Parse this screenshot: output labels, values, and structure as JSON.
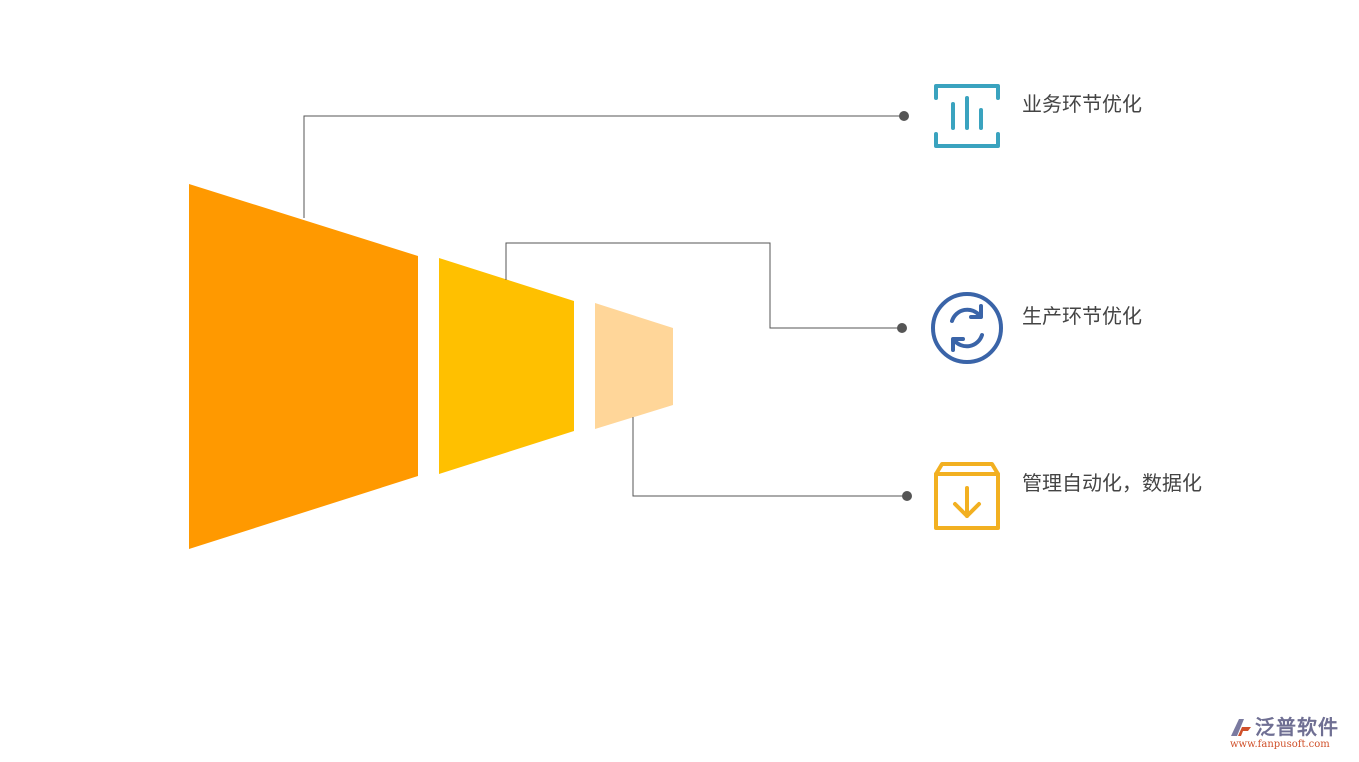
{
  "items": [
    {
      "label": "业务环节优化",
      "icon": "bar-chart-frame-icon",
      "color": "#3aa3bf"
    },
    {
      "label": "生产环节优化",
      "icon": "refresh-circle-icon",
      "color": "#3a64a8"
    },
    {
      "label": "管理自动化，数据化",
      "icon": "download-box-icon",
      "color": "#f2b021"
    }
  ],
  "segment_colors": [
    "#ff9900",
    "#ffc000",
    "#ffd699"
  ],
  "connector_color": "#555555",
  "logo": {
    "name": "泛普软件",
    "url": "www.fanpusoft.com"
  }
}
